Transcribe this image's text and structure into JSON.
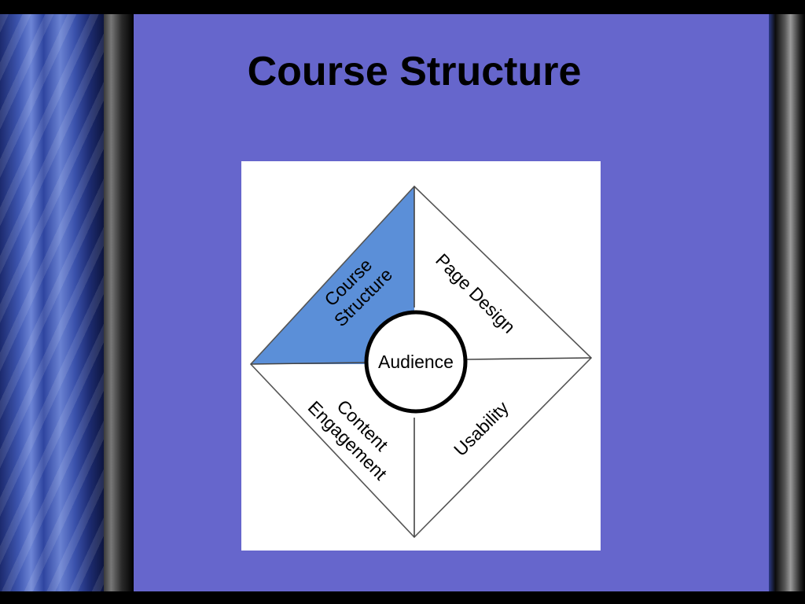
{
  "slide": {
    "title": "Course Structure"
  },
  "diagram": {
    "center_label": "Audience",
    "quadrants": [
      {
        "position": "top-left",
        "lines": [
          "Course",
          "Structure"
        ],
        "highlighted": true
      },
      {
        "position": "top-right",
        "lines": [
          "Page Design"
        ],
        "highlighted": false
      },
      {
        "position": "bottom-left",
        "lines": [
          "Content",
          "Engagement"
        ],
        "highlighted": false
      },
      {
        "position": "bottom-right",
        "lines": [
          "Usability"
        ],
        "highlighted": false
      }
    ]
  },
  "colors": {
    "panel_background": "#6666cc",
    "highlight_fill": "#5b8fd8",
    "diagram_background": "#ffffff",
    "title_color": "#000000"
  }
}
